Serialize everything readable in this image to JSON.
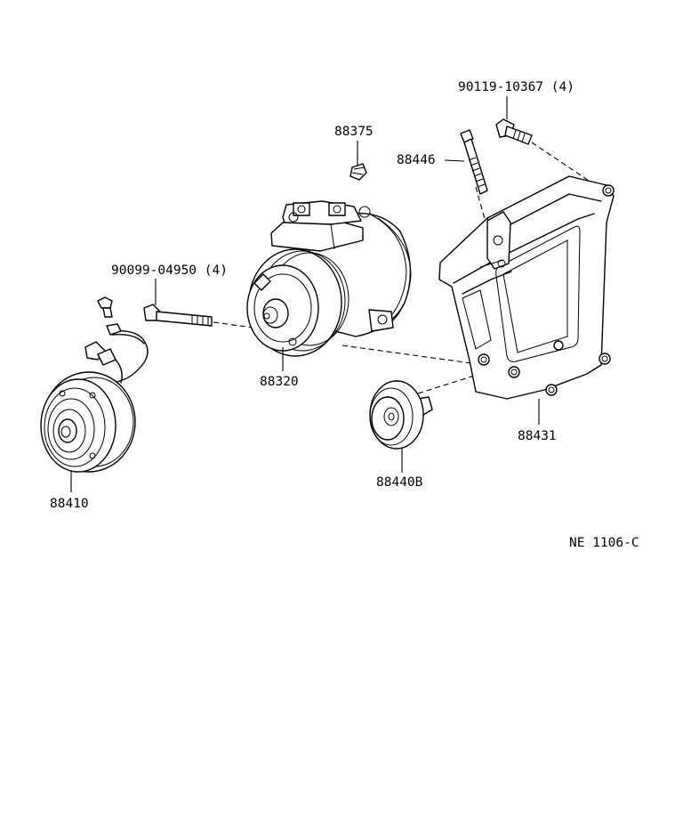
{
  "labels": {
    "bracket_bolt": "90119-10367 (4)",
    "valve": "88375",
    "stud_bolt": "88446",
    "compressor_bolt": "90099-04950 (4)",
    "compressor": "88320",
    "bracket": "88431",
    "clutch": "88410",
    "pulley": "88440B",
    "drawing_code": "NE 1106-C"
  }
}
